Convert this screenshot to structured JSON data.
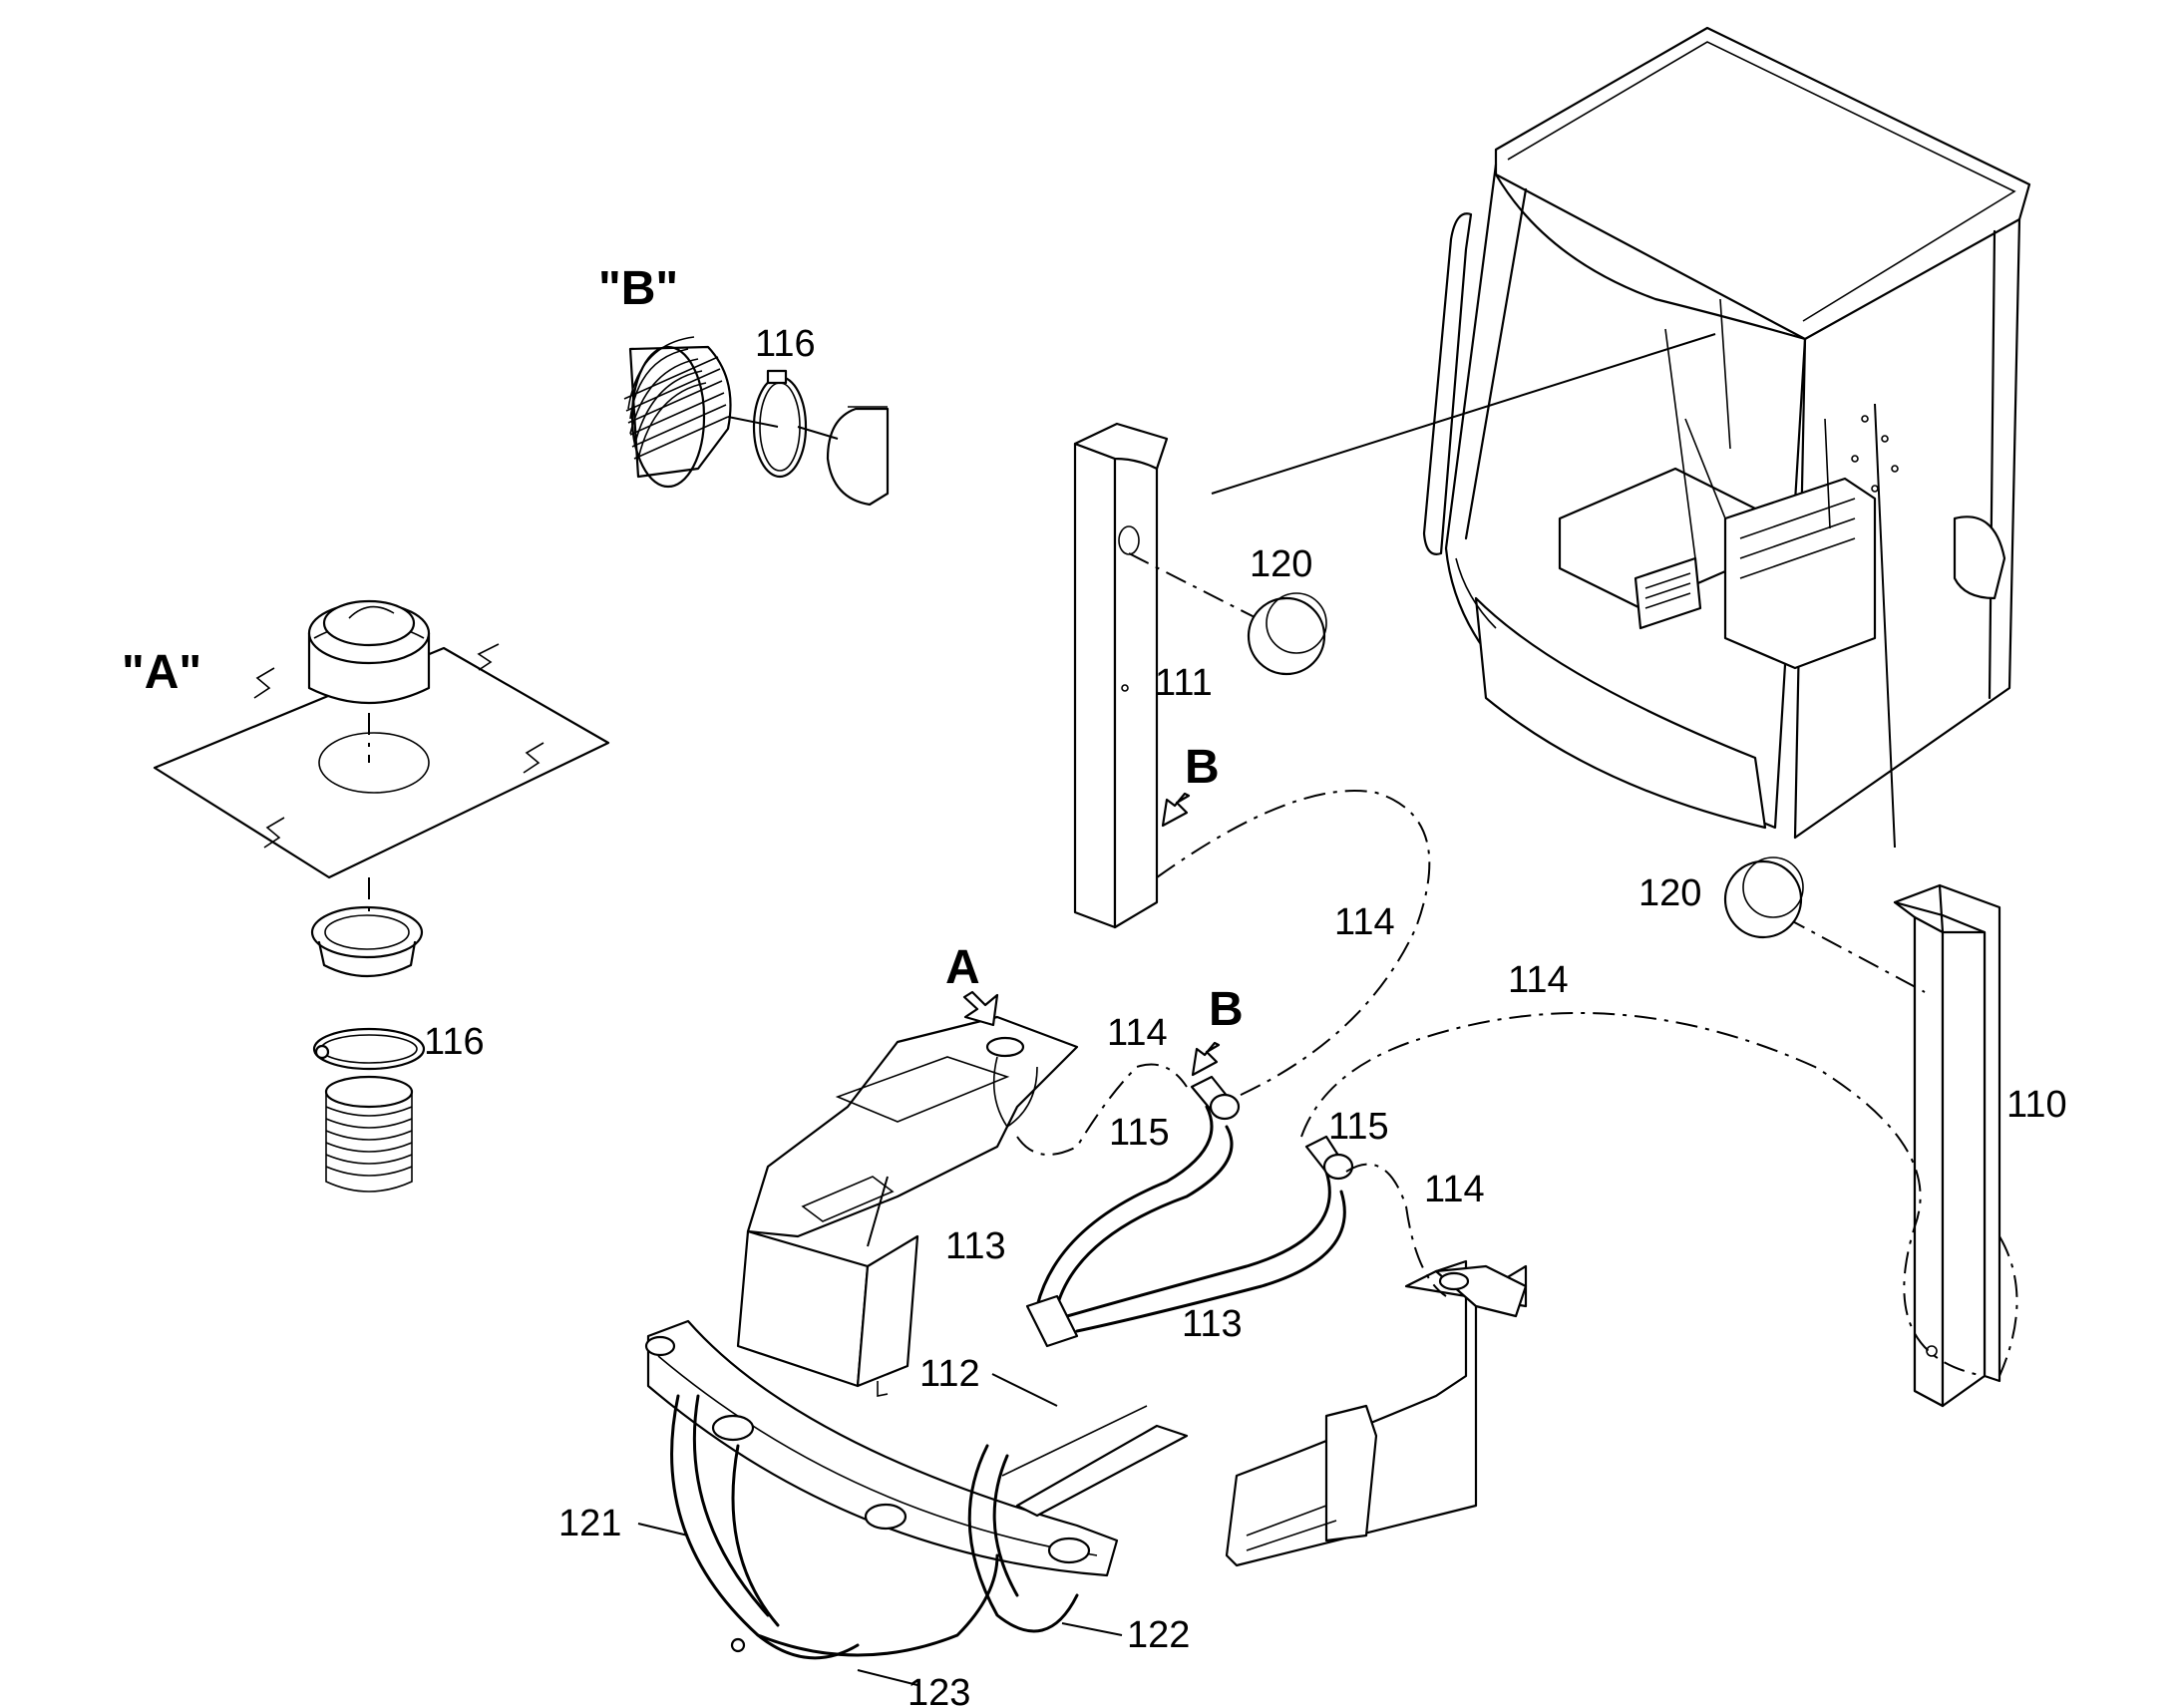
{
  "views": {
    "A": "\"A\"",
    "B": "\"B\""
  },
  "arrows": {
    "a": "A",
    "b1": "B",
    "b2": "B"
  },
  "callouts": {
    "p110": "110",
    "p111": "111",
    "p112": "112",
    "p113a": "113",
    "p113b": "113",
    "p114a": "114",
    "p114b": "114",
    "p114c": "114",
    "p114d": "114",
    "p115a": "115",
    "p115b": "115",
    "p116a": "116",
    "p116b": "116",
    "p120a": "120",
    "p120b": "120",
    "p121": "121",
    "p122": "122",
    "p123": "123"
  }
}
